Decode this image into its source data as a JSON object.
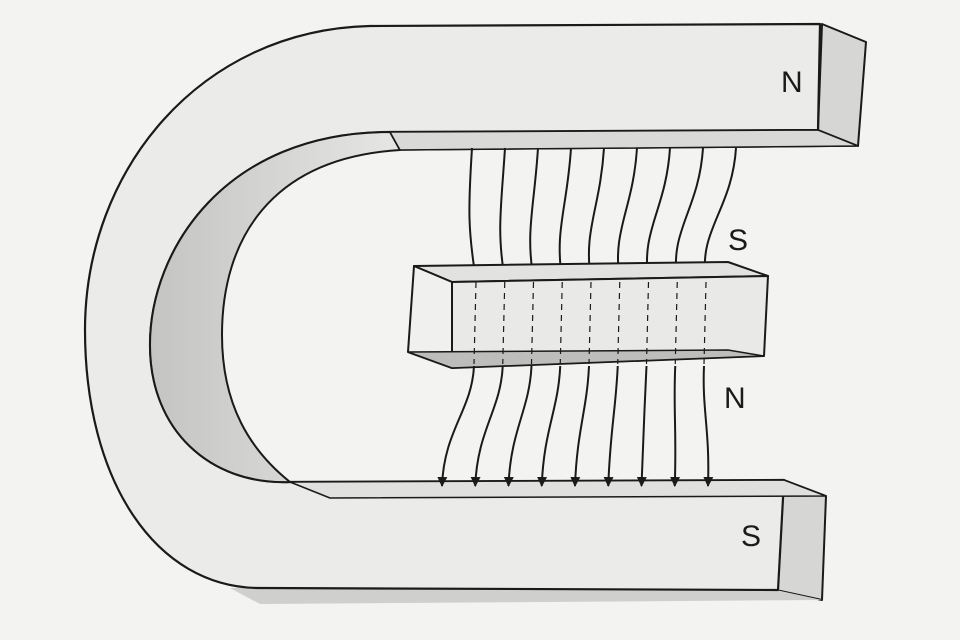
{
  "labels": {
    "horseshoe_north": "N",
    "horseshoe_south": "S",
    "bar_south": "S",
    "bar_north": "N"
  },
  "field_line_count": 9,
  "colors": {
    "background": "#f3f3f1",
    "magnet_face": "#ebebea",
    "magnet_shade": "#c9c9c7",
    "outline": "#1a1a1a",
    "field_line": "#1a1a1a"
  }
}
